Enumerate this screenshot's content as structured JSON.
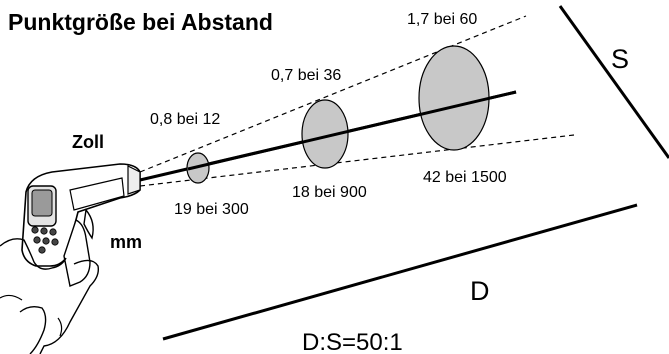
{
  "title": "Punktgröße bei Abstand",
  "units": {
    "inch": "Zoll",
    "mm": "mm"
  },
  "spots": [
    {
      "inch_label": "0,8 bei 12",
      "mm_label": "19 bei 300"
    },
    {
      "inch_label": "0,7 bei 36",
      "mm_label": "18 bei 900"
    },
    {
      "inch_label": "1,7 bei 60",
      "mm_label": "42 bei 1500"
    }
  ],
  "letters": {
    "spot": "S",
    "distance": "D"
  },
  "ratio": "D:S=50:1",
  "colors": {
    "spot_fill": "#c8c8c8",
    "line": "#000000",
    "background": "#ffffff"
  }
}
